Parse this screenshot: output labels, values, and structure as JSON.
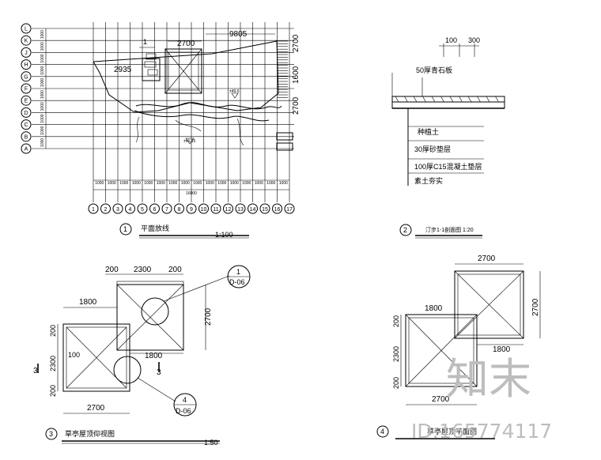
{
  "plan": {
    "title_no": "1",
    "title": "平面放线",
    "scale": "1:100",
    "dim_top_short": "2700",
    "dim_top_long": "9805",
    "dim_left": "2935",
    "dim_right_a": "2700",
    "dim_right_b": "1600",
    "dim_right_c": "2700",
    "elev_a": "±46.15",
    "elev_b": "±49.6",
    "mark_1": "1",
    "row_axes": [
      "L",
      "K",
      "J",
      "H",
      "G",
      "F",
      "E",
      "D",
      "C",
      "B",
      "A"
    ],
    "col_axes": [
      "1",
      "2",
      "3",
      "4",
      "5",
      "6",
      "7",
      "8",
      "9",
      "10",
      "11",
      "12",
      "13",
      "14",
      "15",
      "16",
      "17"
    ],
    "bay_dims": [
      "1000",
      "1000",
      "1000",
      "1000",
      "1000",
      "1000",
      "1000",
      "1000",
      "1000",
      "1000",
      "1000",
      "1000",
      "1000",
      "1000",
      "1000",
      "1000"
    ],
    "row_dims": [
      "1000",
      "1000",
      "1000",
      "1000",
      "1000",
      "1000",
      "1000",
      "1000",
      "1000",
      "1000"
    ],
    "total_dim": "16000"
  },
  "section": {
    "title_no": "2",
    "title": "汀步1-1剖面图 1:20",
    "dim_a": "100",
    "dim_b": "300",
    "stone": "50厚青石板",
    "layers": [
      "种植土",
      "30厚砂垫层",
      "100厚C15混凝土垫层",
      "素土夯实"
    ]
  },
  "ceiling": {
    "title_no": "3",
    "title": "草亭屋顶仰视图",
    "scale": "1:50",
    "cut": "3",
    "ref_a": {
      "no": "1",
      "sheet": "D-06"
    },
    "ref_b": {
      "no": "4",
      "sheet": "D-06"
    },
    "dims": {
      "top_a": "200",
      "top_b": "2300",
      "top_c": "200",
      "mid_a": "1800",
      "mid_b": "1800",
      "right": "2700",
      "left_a": "200",
      "left_b": "2300",
      "left_c": "200",
      "inner": "100",
      "bottom": "2700"
    }
  },
  "roof": {
    "title_no": "4",
    "title": "草亭屋顶平面图",
    "dims": {
      "top": "2700",
      "mid_a": "1800",
      "mid_b": "1800",
      "right": "2700",
      "left_a": "200",
      "left_b": "2300",
      "left_c": "200",
      "bottom": "2700"
    }
  },
  "watermark": {
    "logo": "知末",
    "id": "ID:165774117"
  }
}
